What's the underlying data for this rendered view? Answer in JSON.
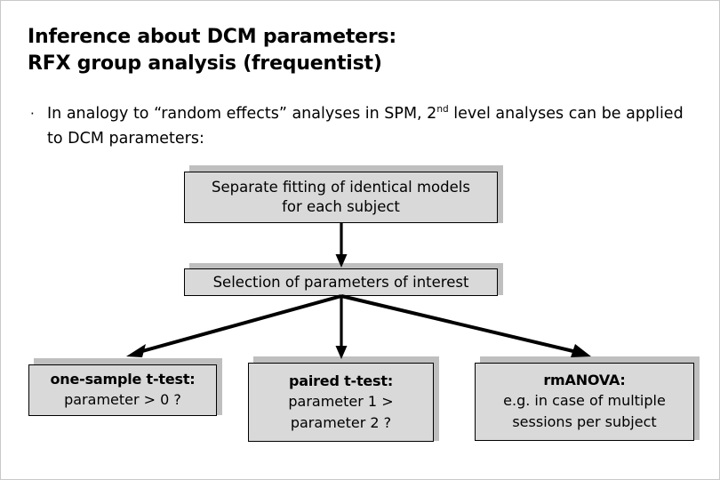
{
  "slide": {
    "title_lines": [
      "Inference about DCM parameters:",
      "RFX group analysis (frequentist)"
    ],
    "bullet": {
      "marker": "·",
      "text_before_sup": "In analogy to “random effects” analyses in SPM, 2",
      "superscript": "nd",
      "text_after_sup": " level analyses can be applied to DCM parameters:"
    },
    "flow": {
      "box_top": {
        "lines": [
          "Separate fitting of identical models",
          "for each subject"
        ]
      },
      "box_middle": {
        "lines": [
          "Selection of parameters of interest"
        ]
      },
      "box_left": {
        "header": "one-sample t-test:",
        "lines": [
          "parameter > 0 ?"
        ]
      },
      "box_center": {
        "header": "paired t-test:",
        "lines": [
          "parameter 1 >",
          "parameter 2 ?"
        ]
      },
      "box_right": {
        "header": "rmANOVA:",
        "lines": [
          "e.g. in case of multiple",
          "sessions per subject"
        ]
      }
    },
    "colors": {
      "box_fill": "#d9d9d9",
      "box_shadow": "#bfbfbf",
      "box_border": "#000000",
      "arrow": "#000000",
      "background": "#ffffff",
      "text": "#000000"
    }
  }
}
